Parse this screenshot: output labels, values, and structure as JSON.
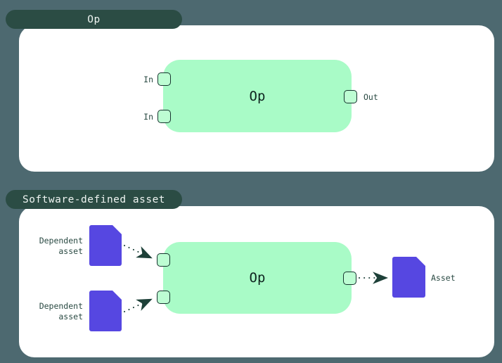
{
  "colors": {
    "bg": "#4d6970",
    "panel": "#ffffff",
    "tab-bg": "#2b4c44",
    "tab-text": "#eef4f1",
    "mint": "#a9fbc7",
    "mint-light": "#bdfdd3",
    "stroke-dark": "#16342e",
    "arrow": "#1d4038",
    "text-dark": "#0d231e",
    "label": "#2a4a43",
    "purple": "#5647e1"
  },
  "panels": [
    {
      "tab": "Op",
      "node": {
        "title": "Op",
        "input_labels": [
          "In",
          "In"
        ],
        "output_label": "Out"
      }
    },
    {
      "tab": "Software-defined asset",
      "node": {
        "title": "Op"
      },
      "dependency_assets": [
        {
          "label": "Dependent asset"
        },
        {
          "label": "Dependent asset"
        }
      ],
      "output_asset": {
        "label": "Asset"
      }
    }
  ]
}
